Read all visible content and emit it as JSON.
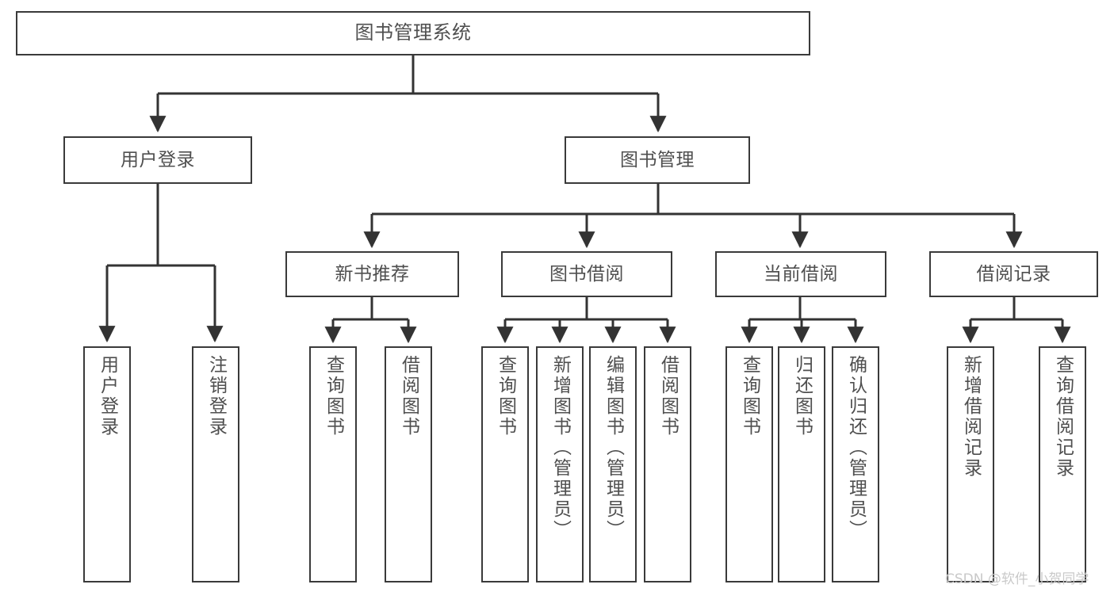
{
  "diagram": {
    "title": "图书管理系统",
    "type": "tree-hierarchy-chart",
    "orientation": "top-down",
    "colors": {
      "background": "#ffffff",
      "node_border": "#3a3a3a",
      "node_fill": "#ffffff",
      "text": "#4f4f4f",
      "edge": "#333333",
      "watermark": "#c9c9c9"
    }
  },
  "watermark": {
    "text": "CSDN @软件_小贺同学"
  },
  "nodes": {
    "root": {
      "label": "图书管理系统"
    },
    "level1": [
      {
        "id": "user-login",
        "label": "用户登录"
      },
      {
        "id": "book-management",
        "label": "图书管理"
      }
    ],
    "level2": [
      {
        "id": "new-book-recommend",
        "label": "新书推荐"
      },
      {
        "id": "book-borrow",
        "label": "图书借阅"
      },
      {
        "id": "current-borrow",
        "label": "当前借阅"
      },
      {
        "id": "borrow-record",
        "label": "借阅记录"
      }
    ],
    "leaves": {
      "user_login": [
        {
          "id": "leaf-user-login",
          "label": "用户登录"
        },
        {
          "id": "leaf-logout-login",
          "label": "注销登录"
        }
      ],
      "new_book_recommend": [
        {
          "id": "leaf-query-book-1",
          "label": "查询图书"
        },
        {
          "id": "leaf-borrow-book-1",
          "label": "借阅图书"
        }
      ],
      "book_borrow": [
        {
          "id": "leaf-query-book-2",
          "label": "查询图书"
        },
        {
          "id": "leaf-add-book",
          "label": "新增图书（管理员）"
        },
        {
          "id": "leaf-edit-book",
          "label": "编辑图书（管理员）"
        },
        {
          "id": "leaf-borrow-book-2",
          "label": "借阅图书"
        }
      ],
      "current_borrow": [
        {
          "id": "leaf-query-book-3",
          "label": "查询图书"
        },
        {
          "id": "leaf-return-book",
          "label": "归还图书"
        },
        {
          "id": "leaf-confirm-return",
          "label": "确认归还（管理员）"
        }
      ],
      "borrow_record": [
        {
          "id": "leaf-add-record",
          "label": "新增借阅记录"
        },
        {
          "id": "leaf-query-record",
          "label": "查询借阅记录"
        }
      ]
    }
  }
}
